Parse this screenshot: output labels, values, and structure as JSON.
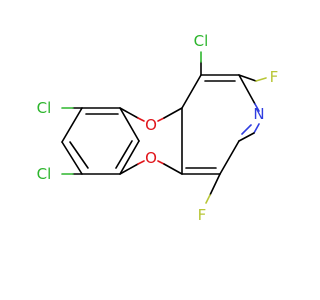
{
  "molecule": {
    "atoms": {
      "cl_top_right": "Cl",
      "f_right": "F",
      "n_ring": "N",
      "f_bottom": "F",
      "o_top": "O",
      "o_bottom": "O",
      "cl_left_top": "Cl",
      "cl_left_bottom": "Cl"
    },
    "colors": {
      "bond": "#000000",
      "chlorine": "#2db52d",
      "fluorine": "#b8c637",
      "oxygen": "#e0141a",
      "nitrogen": "#2f3de0"
    }
  }
}
